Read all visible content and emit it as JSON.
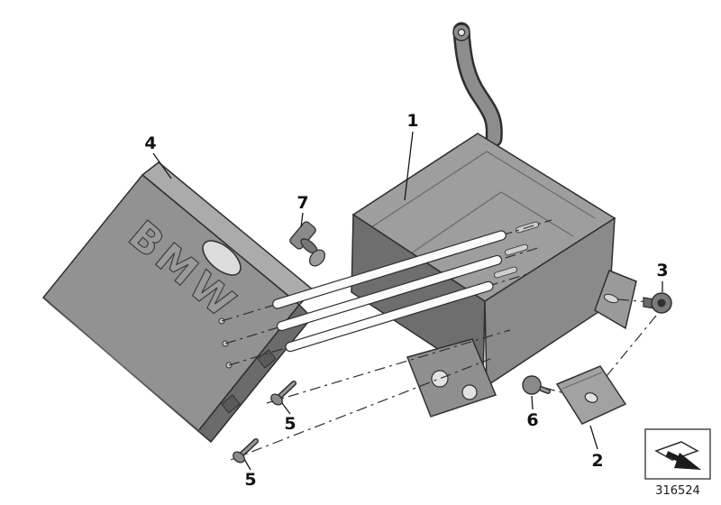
{
  "diagram": {
    "type": "exploded-parts-diagram",
    "callouts": {
      "item1": "1",
      "item2": "2",
      "item3": "3",
      "item4": "4",
      "item5a": "5",
      "item5b": "5",
      "item6": "6",
      "item7": "7"
    },
    "cover_logo": "BMW",
    "footer": {
      "part_number": "316524",
      "icon": "part-direction-arrow-icon"
    },
    "colors": {
      "background": "#ffffff",
      "part_gray": "#8f8f8f",
      "part_dark": "#6b6b6b",
      "outline": "#2f2f2f"
    }
  }
}
